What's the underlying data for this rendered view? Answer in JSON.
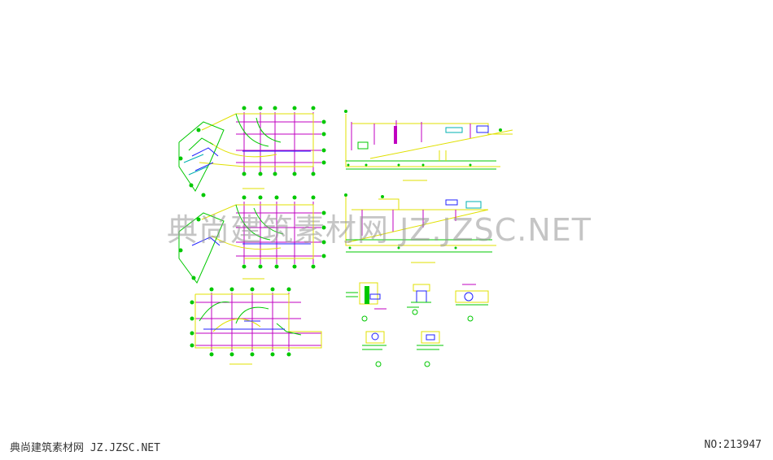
{
  "watermark": {
    "center_text": "典尚建筑素材网 JZ.JZSC.NET",
    "bottom_left": "典尚建筑素材网 JZ.JZSC.NET",
    "bottom_right": "NO:213947"
  },
  "colors": {
    "background": "#ffffff",
    "cad_green": "#00c800",
    "cad_yellow": "#e0e000",
    "cad_blue": "#2020ff",
    "cad_magenta": "#c000c0",
    "cad_cyan": "#00b0b0",
    "cad_red": "#e00000"
  }
}
